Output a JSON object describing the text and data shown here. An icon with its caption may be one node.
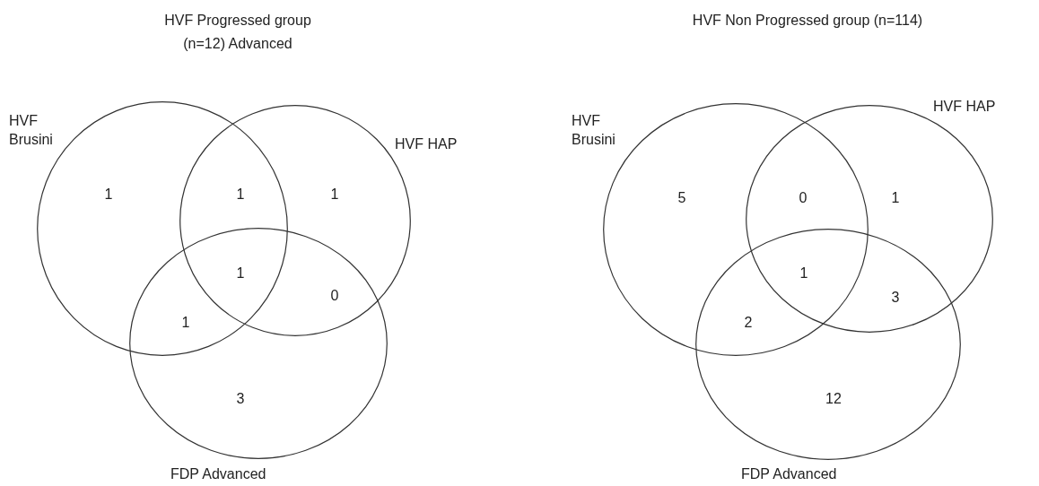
{
  "diagram": {
    "nodes": [
      {
        "text": [
          "HVF Brusini"
        ]
      },
      {
        "text": [
          "HVF HAP"
        ]
      },
      {
        "text": [
          "FDP Advanced"
        ]
      },
      {
        "text": [
          "HVF Brusini"
        ]
      },
      {
        "text": [
          "HVF HAP"
        ]
      },
      {
        "text": [
          "FDP Advanced"
        ]
      }
    ],
    "edges": [],
    "labels": [
      "HVF Progressed group (n=12) Advanced",
      "HVF Non Progressed group (n=114)",
      "1",
      "1",
      "1",
      "1",
      "0",
      "1",
      "3",
      "5",
      "0",
      "1",
      "1",
      "3",
      "2",
      "12"
    ]
  }
}
